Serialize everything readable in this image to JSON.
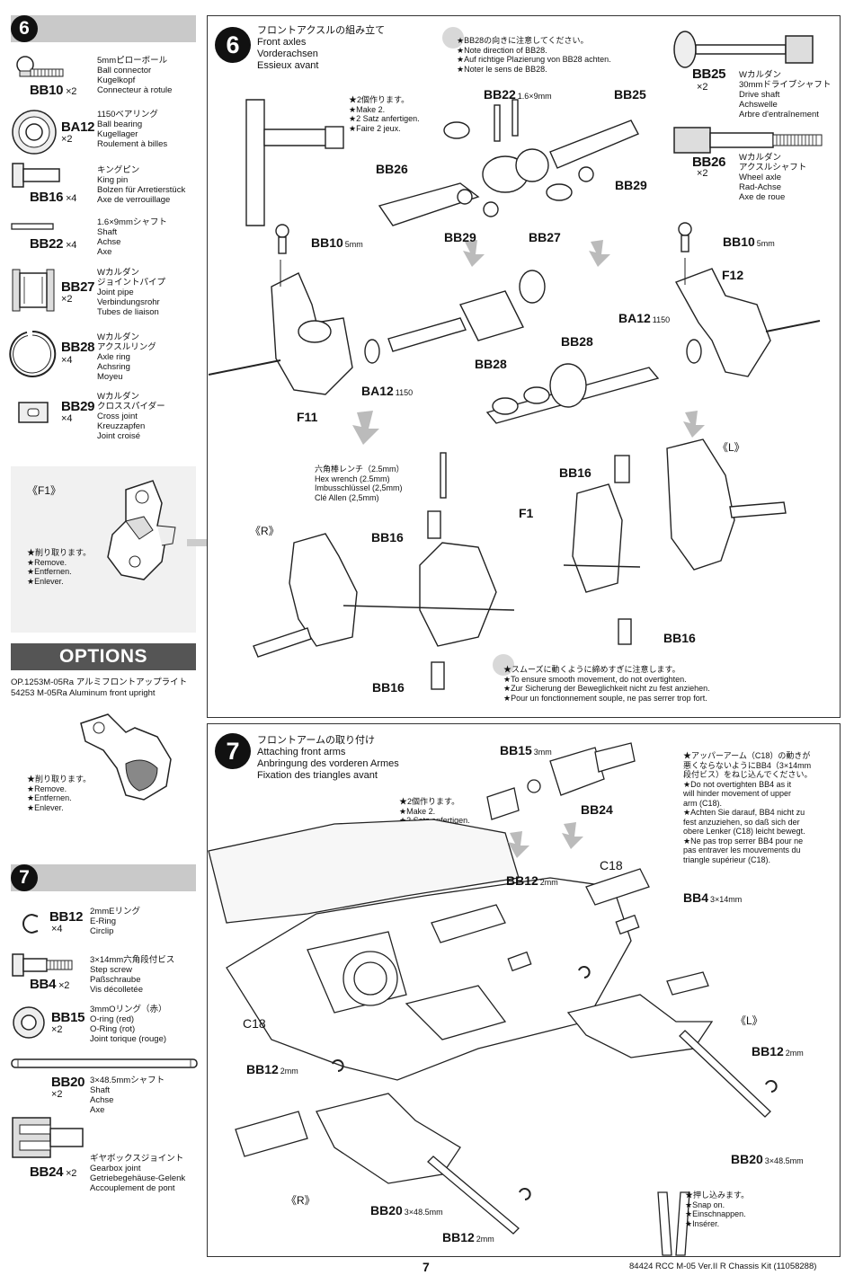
{
  "left": {
    "step6": {
      "num": "6"
    },
    "parts6": [
      {
        "code": "BB10",
        "qty": "×2",
        "desc": "5mmピローボール\nBall connector\nKugelkopf\nConnecteur à rotule"
      },
      {
        "code": "BA12",
        "qty": "×2",
        "desc": "1150ベアリング\nBall bearing\nKugellager\nRoulement à billes"
      },
      {
        "code": "BB16",
        "qty": "×4",
        "desc": "キングピン\nKing pin\nBolzen für Arretierstück\nAxe de verrouillage"
      },
      {
        "code": "BB22",
        "qty": "×4",
        "desc": "1.6×9mmシャフト\nShaft\nAchse\nAxe"
      },
      {
        "code": "BB27",
        "qty": "×2",
        "desc": "Wカルダン\nジョイントパイプ\nJoint pipe\nVerbindungsrohr\nTubes de liaison"
      },
      {
        "code": "BB28",
        "qty": "×4",
        "desc": "Wカルダン\nアクスルリング\nAxle ring\nAchsring\nMoyeu"
      },
      {
        "code": "BB29",
        "qty": "×4",
        "desc": "Wカルダン\nクロススパイダー\nCross joint\nKreuzzapfen\nJoint croisé"
      }
    ],
    "f1": {
      "label": "《F1》",
      "note": "★削り取ります。\n★Remove.\n★Entfernen.\n★Enlever."
    },
    "options": {
      "title": "OPTIONS",
      "line1": "OP.1253M-05Ra アルミフロントアップライト",
      "line2": "54253 M-05Ra Aluminum front upright",
      "note": "★削り取ります。\n★Remove.\n★Entfernen.\n★Enlever."
    },
    "step7": {
      "num": "7"
    },
    "parts7": [
      {
        "code": "BB12",
        "qty": "×4",
        "desc": "2mmEリング\nE-Ring\nCirclip"
      },
      {
        "code": "BB4",
        "qty": "×2",
        "desc": "3×14mm六角段付ビス\nStep screw\nPaßschraube\nVis décolletée"
      },
      {
        "code": "BB15",
        "qty": "×2",
        "desc": "3mmOリング（赤）\nO-ring (red)\nO-Ring (rot)\nJoint torique (rouge)"
      },
      {
        "code": "BB20",
        "qty": "×2",
        "desc": "3×48.5mmシャフト\nShaft\nAchse\nAxe"
      },
      {
        "code": "BB24",
        "qty": "×2",
        "desc": "ギヤボックスジョイント\nGearbox joint\nGetriebegehäuse-Gelenk\nAccouplement de pont"
      }
    ]
  },
  "step6": {
    "num": "6",
    "title": "フロントアクスルの組み立て\nFront axles\nVorderachsen\nEssieux avant",
    "note_bb28": "★BB28の向きに注意してください。\n★Note direction of BB28.\n★Auf richtige Plazierung von BB28 achten.\n★Noter le sens de BB28.",
    "make2": "★2個作ります。\n★Make 2.\n★2 Satz anfertigen.\n★Faire 2 jeux.",
    "bb25_desc": "Wカルダン\n30mmドライブシャフト\nDrive shaft\nAchswelle\nArbre d'entraînement",
    "bb26_desc": "Wカルダン\nアクスルシャフト\nWheel axle\nRad-Achse\nAxe de roue",
    "hex": "六角棒レンチ（2.5mm）\nHex wrench (2.5mm)\nImbusschlüssel (2,5mm)\nClé Allen (2,5mm)",
    "smooth": "★スムーズに動くように締めすぎに注意します。\n★To ensure smooth movement, do not overtighten.\n★Zur Sicherung der Beweglichkeit nicht zu fest anziehen.\n★Pour un fonctionnement souple, ne pas serrer trop fort.",
    "labels": {
      "bb25_top": "BB25",
      "bb25_qty": "×2",
      "bb26_top": "BB26",
      "bb26_qty": "×2",
      "bb22": "BB22",
      "bb22_sz": "1.6×9mm",
      "bb25": "BB25",
      "bb26": "BB26",
      "bb29a": "BB29",
      "bb29b": "BB29",
      "bb27": "BB27",
      "bb10a": "BB10",
      "bb10a_sz": "5mm",
      "bb10b": "BB10",
      "bb10b_sz": "5mm",
      "f12": "F12",
      "ba12a": "BA12",
      "ba12a_sz": "1150",
      "ba12b": "BA12",
      "ba12b_sz": "1150",
      "bb28a": "BB28",
      "bb28b": "BB28",
      "f11": "F11",
      "bb16a": "BB16",
      "bb16b": "BB16",
      "bb16c": "BB16",
      "bb16d": "BB16",
      "f1": "F1",
      "r": "《R》",
      "l": "《L》"
    }
  },
  "step7": {
    "num": "7",
    "title": "フロントアームの取り付け\nAttaching front arms\nAnbringung des vorderen Armes\nFixation des triangles avant",
    "make2": "★2個作ります。\n★Make 2.\n★2 Satz anfertigen.\n★Faire 2 jeux.",
    "note_c18": "★アッパーアーム（C18）の動きが\n悪くならないようにBB4（3×14mm\n段付ビス）をねじ込んでください。\n★Do not overtighten BB4 as it\nwill hinder movement of upper\narm (C18).\n★Achten Sie darauf, BB4 nicht zu\nfest anzuziehen, so daß sich der\nobere Lenker (C18) leicht bewegt.\n★Ne pas trop serrer BB4 pour ne\npas entraver les mouvements du\ntriangle supérieur (C18).",
    "snap": "★押し込みます。\n★Snap on.\n★Einschnappen.\n★Insérer.",
    "labels": {
      "bb15": "BB15",
      "bb15_sz": "3mm",
      "bb24": "BB24",
      "c18a": "C18",
      "c18b": "C18",
      "bb12a": "BB12",
      "bb12a_sz": "2mm",
      "bb4": "BB4",
      "bb4_sz": "3×14mm",
      "bb12b": "BB12",
      "bb12b_sz": "2mm",
      "bb12c": "BB12",
      "bb12c_sz": "2mm",
      "bb12d": "BB12",
      "bb12d_sz": "2mm",
      "bb20a": "BB20",
      "bb20a_sz": "3×48.5mm",
      "bb20b": "BB20",
      "bb20b_sz": "3×48.5mm",
      "l": "《L》",
      "r": "《R》"
    }
  },
  "footer": {
    "page": "7",
    "kit": "84424 RCC M-05 Ver.II R Chassis Kit (11058288)"
  }
}
